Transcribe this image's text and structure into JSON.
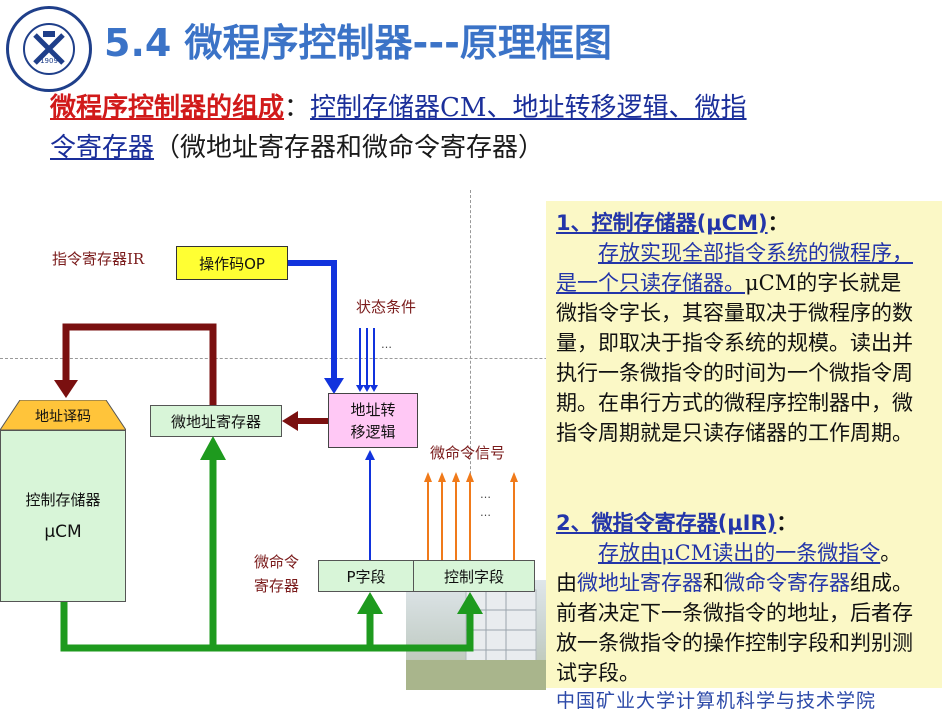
{
  "header": {
    "title": "5.4 微程序控制器---原理框图",
    "logo_year": "1909"
  },
  "intro": {
    "lead": "微程序控制器的组成",
    "colon": "：",
    "parts_1": "控制存储器CM、地址转移逻辑、微指",
    "parts_2": "令寄存器",
    "note": "（微地址寄存器和微命令寄存器）"
  },
  "diagram": {
    "ir_label": "指令寄存器IR",
    "opcode_box": "操作码OP",
    "status_label": "状态条件",
    "status_dots": "…",
    "addr_logic_box_1": "地址转",
    "addr_logic_box_2": "移逻辑",
    "micro_addr_reg_box": "微地址寄存器",
    "addr_decoder": "地址译码",
    "control_store_1": "控制存储器",
    "control_store_2": "μCM",
    "micro_cmd_signal_label": "微命令信号",
    "signal_dots_1": "…",
    "signal_dots_2": "…",
    "micro_cmd_reg_label_1": "微命令",
    "micro_cmd_reg_label_2": "寄存器",
    "p_field": "P字段",
    "control_field": "控制字段"
  },
  "panel": {
    "s1_heading": "1、控制存储器(μCM)",
    "s1_colon": "：",
    "s1_underlined": "存放实现全部指令系统的微程序，是一个只读存储器。",
    "s1_body": "μCM的字长就是微指令字长，其容量取决于微程序的数量，即取决于指令系统的规模。读出并执行一条微指令的时间为一个微指令周期。在串行方式的微程序控制器中，微指令周期就是只读存储器的工作周期。",
    "s2_heading": "2、微指令寄存器(μIR)",
    "s2_colon": "：",
    "s2_underlined": "存放由μCM读出的一条微指令",
    "s2_body_1": "。由",
    "s2_blue_1": "微地址寄存器",
    "s2_body_2": "和",
    "s2_blue_2": "微命令寄存器",
    "s2_body_3": "组成。前者决定下一条微指令的地址，后者存放一条微指令的操作控制字段和判别测试字段。"
  },
  "footer": {
    "text": "中国矿业大学计算机科学与技术学院"
  },
  "colors": {
    "title": "#3b73c7",
    "accent_red": "#d11a1a",
    "link_blue": "#1a2e9a",
    "panel_bg": "#fbf8c6",
    "green_arrow": "#1e9a1e",
    "blue_arrow": "#1133dd",
    "dark_red_arrow": "#7a1010",
    "orange_arrow": "#f07a1a"
  }
}
